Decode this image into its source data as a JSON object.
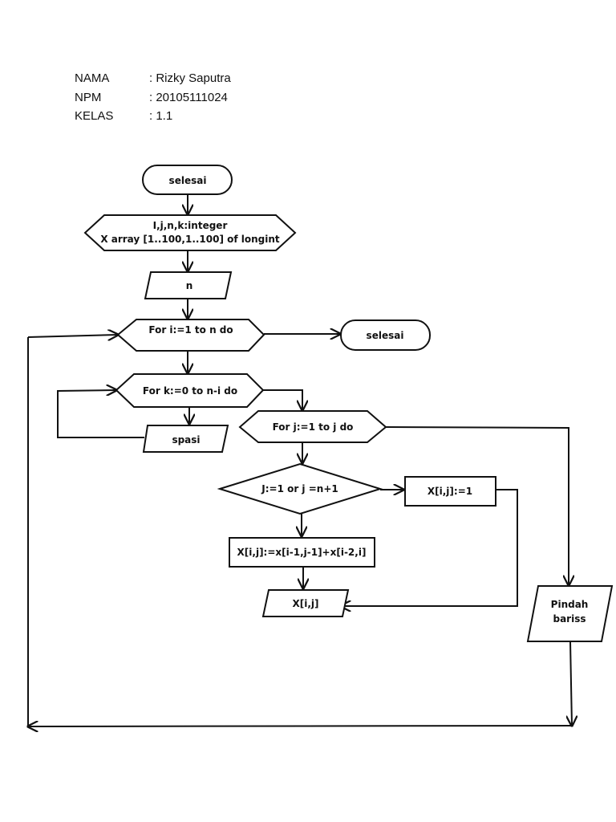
{
  "header": {
    "rows": [
      {
        "label": "NAMA",
        "value": ": Rizky Saputra"
      },
      {
        "label": "NPM",
        "value": ": 20105111024"
      },
      {
        "label": "KELAS",
        "value": ": 1.1"
      }
    ]
  },
  "flowchart": {
    "nodes": {
      "start": "selesai",
      "declare_line1": "I,j,n,k:integer",
      "declare_line2": "X array [1..100,1..100] of longint",
      "input_n": "n",
      "for_i": "For i:=1 to n do",
      "end": "selesai",
      "for_k": "For k:=0 to n-i do",
      "spasi": "spasi",
      "for_j": "For j:=1 to j do",
      "decision": "J:=1 or j =n+1",
      "assign_one": "X[i,j]:=1",
      "assign_sum": "X[i,j]:=x[i-1,j-1]+x[i-2,i]",
      "output_x": "X[i,j]",
      "newline_line1": "Pindah",
      "newline_line2": "bariss"
    }
  }
}
